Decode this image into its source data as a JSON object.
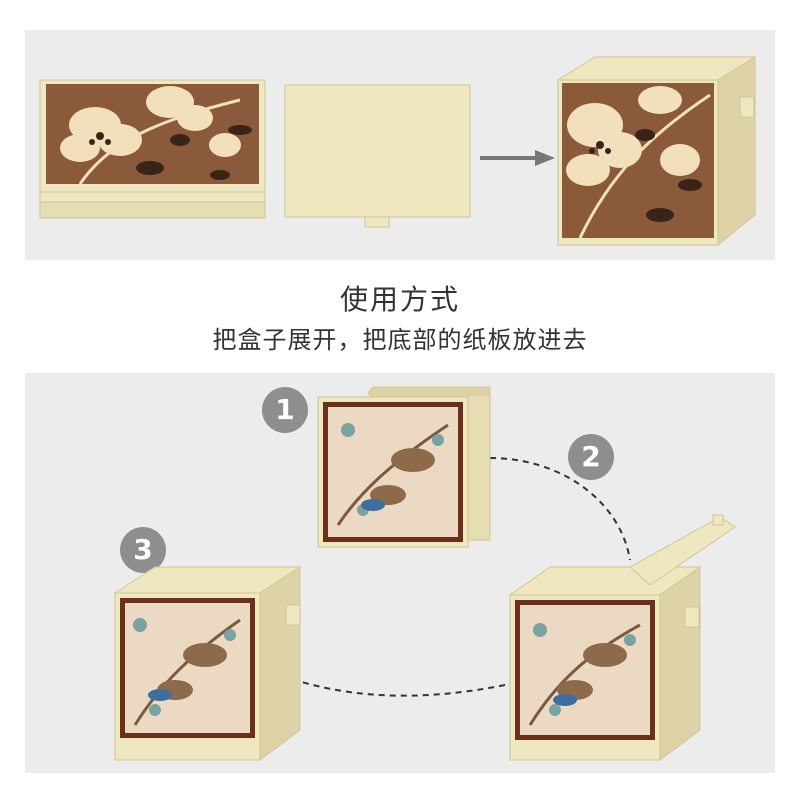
{
  "heading": {
    "title": "使用方式",
    "subtitle": "把盒子展开，把底部的纸板放进去"
  },
  "steps": [
    "1",
    "2",
    "3"
  ],
  "colors": {
    "panel_bg": "#ececec",
    "fabric": "#efe7c0",
    "fabric_shade": "#ddd3a6",
    "flower_brown": "#8a5a3a",
    "flower_cream": "#f2e0bc",
    "frame_brown": "#6b2f1c",
    "step_circle": "#8e8e8e",
    "arrow": "#777777"
  },
  "icons": [
    "right-arrow-icon",
    "dashed-path-icon"
  ]
}
